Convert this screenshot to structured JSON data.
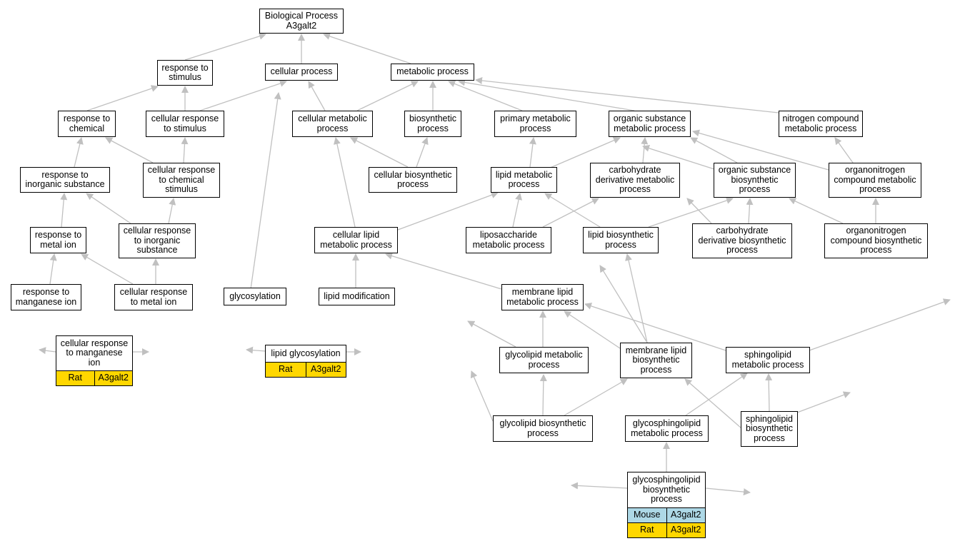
{
  "title_node": "Biological Process\nA3galt2",
  "nodes": [
    {
      "id": "bp",
      "label": "Biological Process\nA3galt2"
    },
    {
      "id": "rs",
      "label": "response to\nstimulus"
    },
    {
      "id": "cp",
      "label": "cellular process"
    },
    {
      "id": "mp",
      "label": "metabolic process"
    },
    {
      "id": "rch",
      "label": "response to\nchemical"
    },
    {
      "id": "crs",
      "label": "cellular response\nto stimulus"
    },
    {
      "id": "cmp",
      "label": "cellular metabolic\nprocess"
    },
    {
      "id": "bio",
      "label": "biosynthetic\nprocess"
    },
    {
      "id": "pmp",
      "label": "primary metabolic\nprocess"
    },
    {
      "id": "osmp",
      "label": "organic substance\nmetabolic process"
    },
    {
      "id": "ncmp",
      "label": "nitrogen compound\nmetabolic process"
    },
    {
      "id": "ris",
      "label": "response to\ninorganic substance"
    },
    {
      "id": "crcs",
      "label": "cellular response\nto chemical\nstimulus"
    },
    {
      "id": "cbp",
      "label": "cellular biosynthetic\nprocess"
    },
    {
      "id": "lmp",
      "label": "lipid metabolic\nprocess"
    },
    {
      "id": "cdmp",
      "label": "carbohydrate\nderivative metabolic\nprocess"
    },
    {
      "id": "osbp",
      "label": "organic substance\nbiosynthetic\nprocess"
    },
    {
      "id": "ocmp",
      "label": "organonitrogen\ncompound metabolic\nprocess"
    },
    {
      "id": "rmi",
      "label": "response to\nmetal ion"
    },
    {
      "id": "cris",
      "label": "cellular response\nto inorganic\nsubstance"
    },
    {
      "id": "clmp",
      "label": "cellular lipid\nmetabolic process"
    },
    {
      "id": "lsmp",
      "label": "liposaccharide\nmetabolic process"
    },
    {
      "id": "lbp",
      "label": "lipid biosynthetic\nprocess"
    },
    {
      "id": "cdbp",
      "label": "carbohydrate\nderivative biosynthetic\nprocess"
    },
    {
      "id": "ocbp",
      "label": "organonitrogen\ncompound biosynthetic\nprocess"
    },
    {
      "id": "rmn",
      "label": "response to\nmanganese ion"
    },
    {
      "id": "crmi",
      "label": "cellular response\nto metal ion"
    },
    {
      "id": "gly",
      "label": "glycosylation"
    },
    {
      "id": "lmod",
      "label": "lipid modification"
    },
    {
      "id": "mlmp",
      "label": "membrane lipid\nmetabolic process"
    },
    {
      "id": "crmn",
      "label": "cellular response\nto manganese\nion",
      "annotations": [
        {
          "species": "Rat",
          "gene": "A3galt2"
        }
      ]
    },
    {
      "id": "lgly",
      "label": "lipid glycosylation",
      "annotations": [
        {
          "species": "Rat",
          "gene": "A3galt2"
        }
      ]
    },
    {
      "id": "glmp",
      "label": "glycolipid metabolic\nprocess"
    },
    {
      "id": "mlbp",
      "label": "membrane lipid\nbiosynthetic\nprocess"
    },
    {
      "id": "spmp",
      "label": "sphingolipid\nmetabolic process"
    },
    {
      "id": "glbp",
      "label": "glycolipid biosynthetic\nprocess"
    },
    {
      "id": "gsmp",
      "label": "glycosphingolipid\nmetabolic process"
    },
    {
      "id": "spbp",
      "label": "sphingolipid\nbiosynthetic\nprocess"
    },
    {
      "id": "gsbp",
      "label": "glycosphingolipid\nbiosynthetic\nprocess",
      "annotations": [
        {
          "species": "Mouse",
          "gene": "A3galt2"
        },
        {
          "species": "Rat",
          "gene": "A3galt2"
        }
      ]
    }
  ],
  "colors": {
    "edge": "#c0c0c0",
    "rat": "#ffd700",
    "mouse": "#add8e6"
  }
}
